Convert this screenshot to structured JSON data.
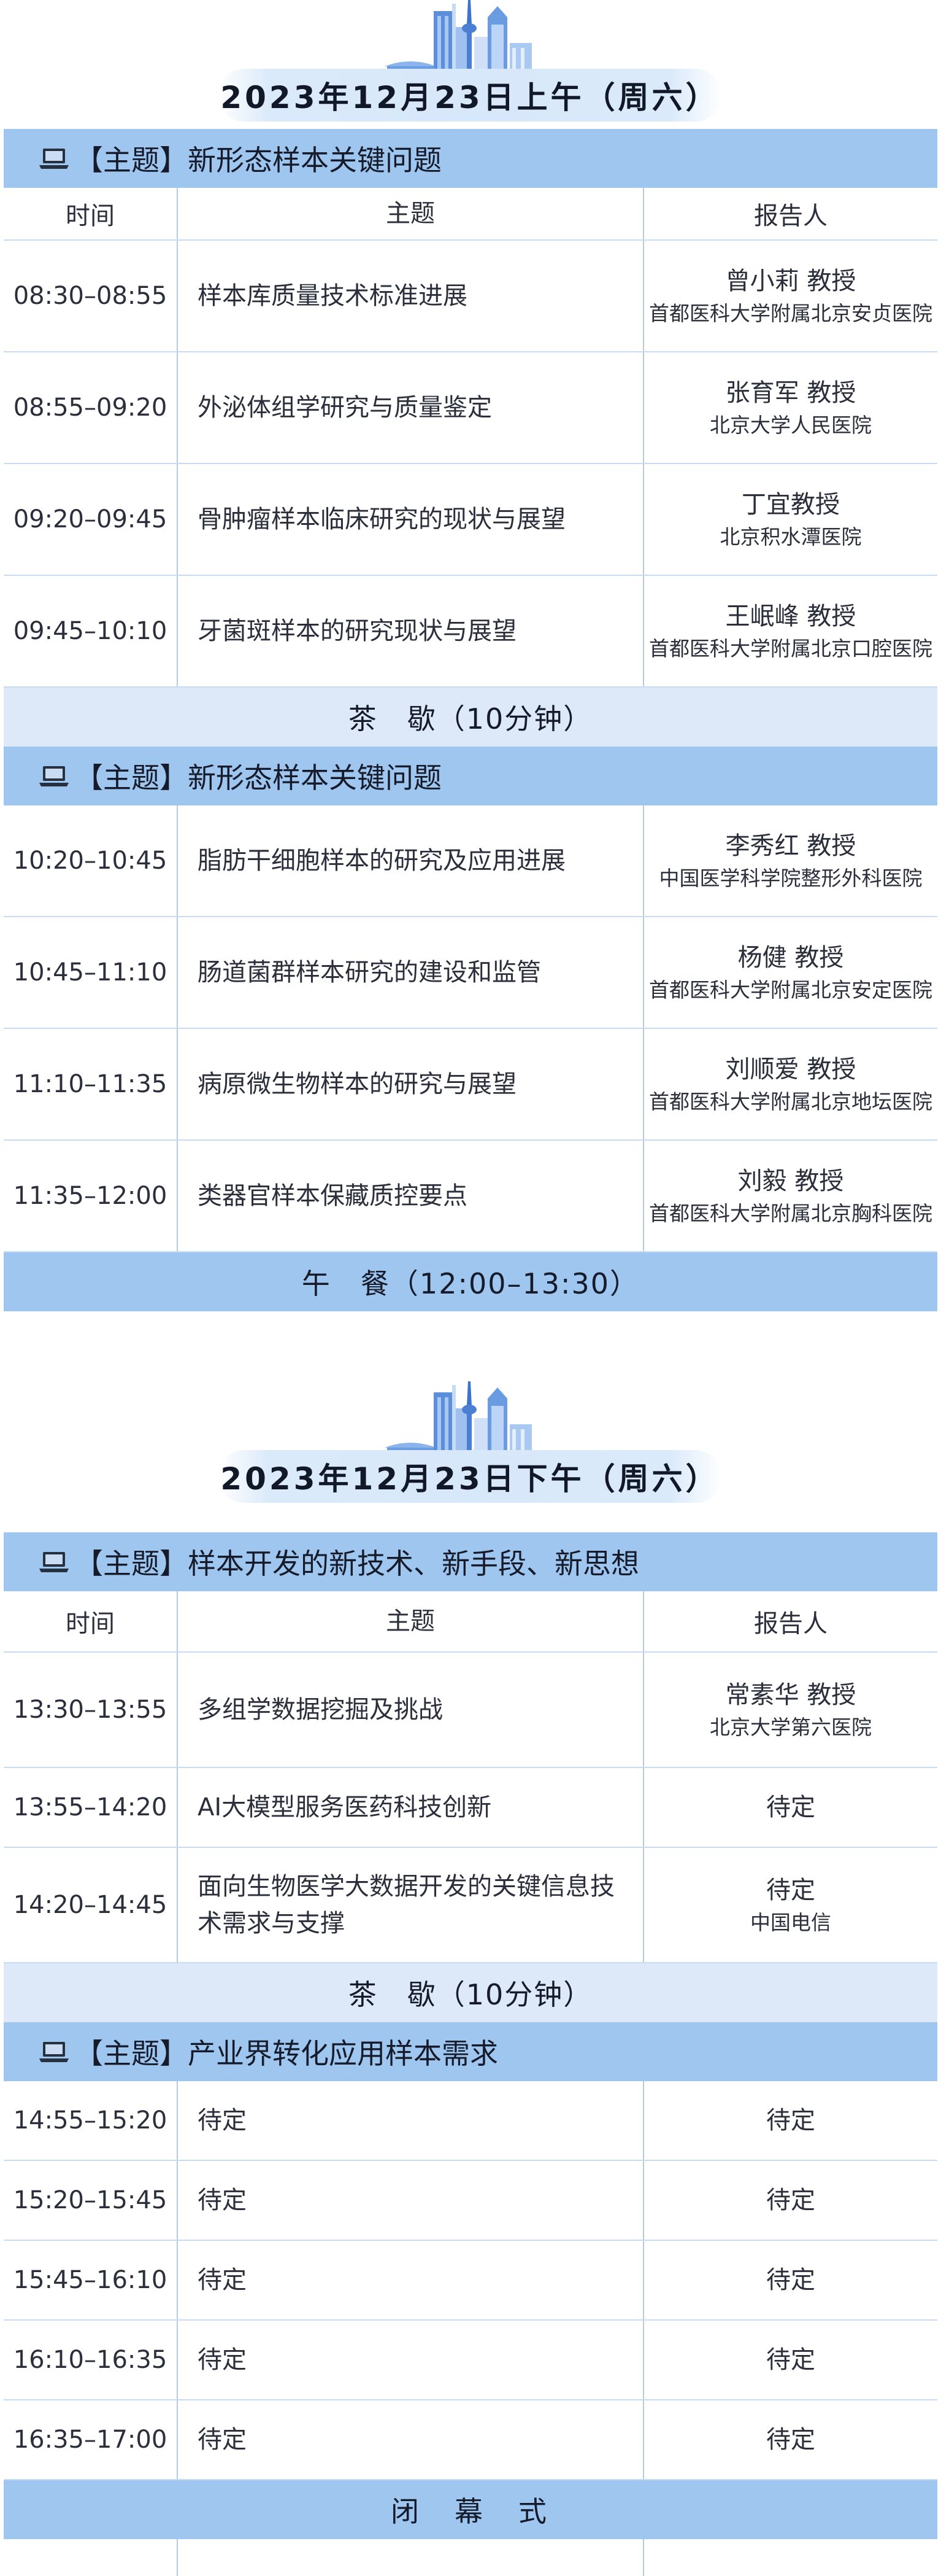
{
  "colors": {
    "theme_bar": "#9ec6ee",
    "break_bar": "#dde9f9",
    "grid": "#b4cbe5",
    "skyline": "#5f94e0"
  },
  "icons": {
    "theme": "laptop-icon",
    "header": "city-skyline-icon"
  },
  "columns": {
    "time": "时间",
    "topic": "主题",
    "speaker": "报告人"
  },
  "morning": {
    "date": "2023年12月23日上午（周六）",
    "theme1": "【主题】新形态样本关键问题",
    "rows1": [
      {
        "time": "08:30–08:55",
        "topic": "样本库质量技术标准进展",
        "name": "曾小莉 教授",
        "inst": "首都医科大学附属北京安贞医院"
      },
      {
        "time": "08:55–09:20",
        "topic": "外泌体组学研究与质量鉴定",
        "name": "张育军 教授",
        "inst": "北京大学人民医院"
      },
      {
        "time": "09:20–09:45",
        "topic": "骨肿瘤样本临床研究的现状与展望",
        "name": "丁宜教授",
        "inst": "北京积水潭医院"
      },
      {
        "time": "09:45–10:10",
        "topic": "牙菌斑样本的研究现状与展望",
        "name": "王岷峰 教授",
        "inst": "首都医科大学附属北京口腔医院"
      }
    ],
    "break": "茶　歇（10分钟）",
    "theme2": "【主题】新形态样本关键问题",
    "rows2": [
      {
        "time": "10:20–10:45",
        "topic": "脂肪干细胞样本的研究及应用进展",
        "name": "李秀红 教授",
        "inst": "中国医学科学院整形外科医院"
      },
      {
        "time": "10:45–11:10",
        "topic": "肠道菌群样本研究的建设和监管",
        "name": "杨健 教授",
        "inst": "首都医科大学附属北京安定医院"
      },
      {
        "time": "11:10–11:35",
        "topic": "病原微生物样本的研究与展望",
        "name": "刘顺爱 教授",
        "inst": "首都医科大学附属北京地坛医院"
      },
      {
        "time": "11:35–12:00",
        "topic": "类器官样本保藏质控要点",
        "name": "刘毅 教授",
        "inst": "首都医科大学附属北京胸科医院"
      }
    ],
    "lunch": "午　餐（12:00–13:30）"
  },
  "afternoon": {
    "date": "2023年12月23日下午（周六）",
    "theme1": "【主题】样本开发的新技术、新手段、新思想",
    "rows1": [
      {
        "time": "13:30–13:55",
        "topic": "多组学数据挖掘及挑战",
        "name": "常素华 教授",
        "inst": "北京大学第六医院"
      },
      {
        "time": "13:55–14:20",
        "topic": "AI大模型服务医药科技创新",
        "name": "待定",
        "inst": ""
      },
      {
        "time": "14:20–14:45",
        "topic": "面向生物医学大数据开发的关键信息技术需求与支撑",
        "name": "待定",
        "inst": "中国电信"
      }
    ],
    "break": "茶　歇（10分钟）",
    "theme2": "【主题】产业界转化应用样本需求",
    "rows2": [
      {
        "time": "14:55–15:20",
        "topic": "待定",
        "name": "待定",
        "inst": ""
      },
      {
        "time": "15:20–15:45",
        "topic": "待定",
        "name": "待定",
        "inst": ""
      },
      {
        "time": "15:45–16:10",
        "topic": "待定",
        "name": "待定",
        "inst": ""
      },
      {
        "time": "16:10–16:35",
        "topic": "待定",
        "name": "待定",
        "inst": ""
      },
      {
        "time": "16:35–17:00",
        "topic": "待定",
        "name": "待定",
        "inst": ""
      }
    ],
    "closing": "闭　幕　式"
  }
}
